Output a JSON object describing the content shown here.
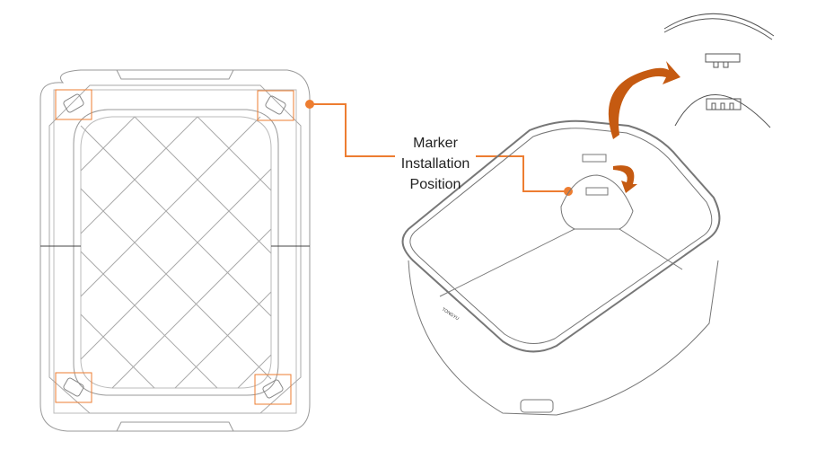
{
  "callout": {
    "line1": "Marker",
    "line2": "Installation",
    "line3": "Position"
  },
  "basket_brand_text": "TONGYU",
  "colors": {
    "accent": "#ED7D31",
    "arrow": "#C55A11",
    "line": "#888888"
  }
}
